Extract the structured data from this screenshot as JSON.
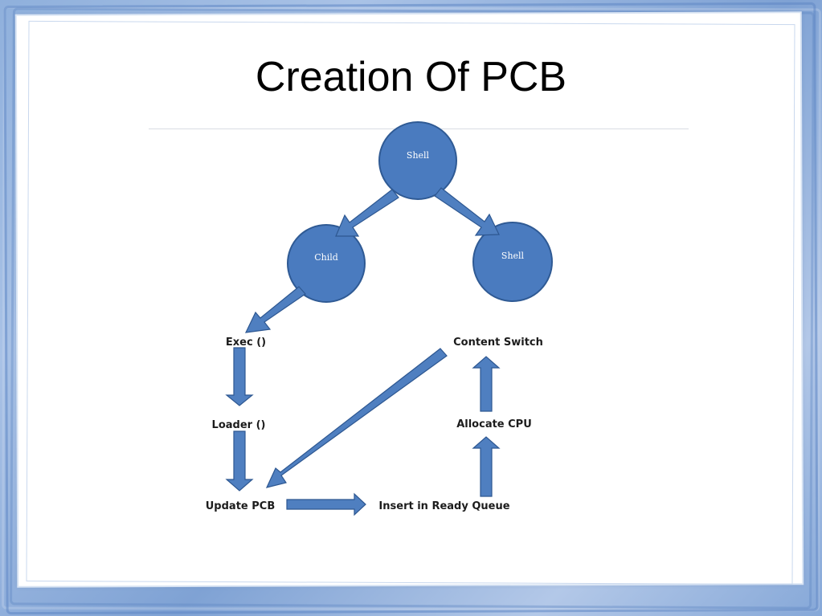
{
  "slide": {
    "title": "Creation Of PCB"
  },
  "diagram": {
    "nodes": {
      "shell_top": "Shell",
      "child": "Child",
      "shell_right": "Shell"
    },
    "steps": {
      "exec": "Exec ()",
      "loader": "Loader ()",
      "update_pcb": "Update PCB",
      "insert_ready_queue": "Insert in Ready Queue",
      "allocate_cpu": "Allocate CPU",
      "content_switch": "Content Switch"
    },
    "colors": {
      "node_fill": "#4a7bbf",
      "node_stroke": "#2f5a94",
      "arrow_fill": "#4f7fc0",
      "arrow_stroke": "#2d5791"
    }
  }
}
